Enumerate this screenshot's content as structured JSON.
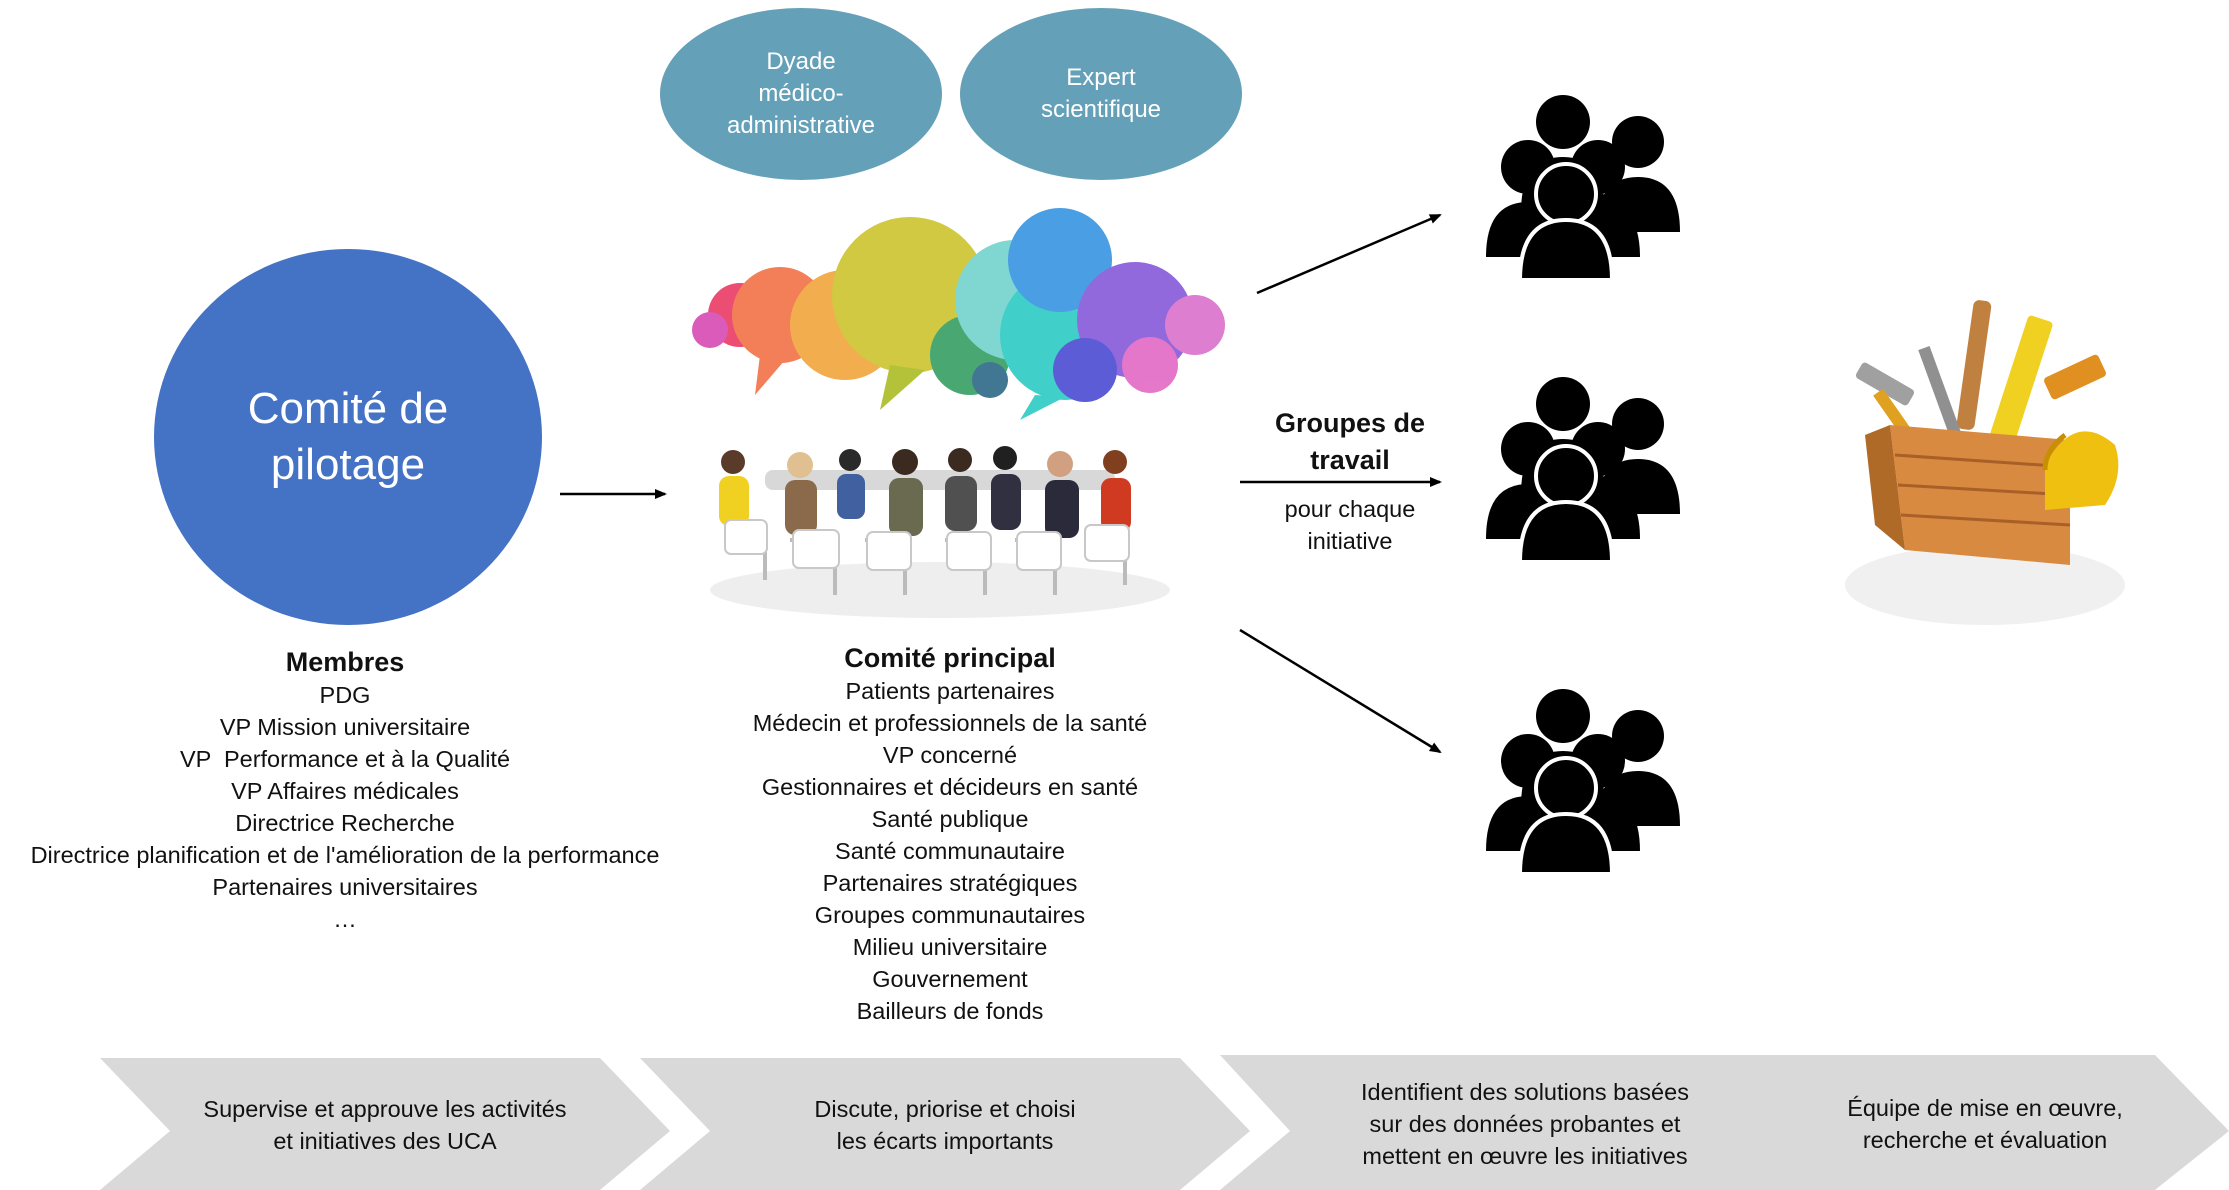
{
  "ovals": [
    {
      "label": "Dyade\nmédico-\nadministrative"
    },
    {
      "label": "Expert\nscientifique"
    }
  ],
  "steering": {
    "label": "Comité de\npilotage"
  },
  "members": {
    "heading": "Membres",
    "items": [
      "PDG",
      "VP Mission universitaire",
      "VP  Performance et à la Qualité",
      "VP Affaires médicales",
      "Directrice Recherche",
      "Directrice planification et de l'amélioration de la performance",
      "Partenaires universitaires",
      "…"
    ]
  },
  "main_committee": {
    "heading": "Comité principal",
    "items": [
      "Patients partenaires",
      "Médecin et professionnels de la santé",
      "VP concerné",
      "Gestionnaires et décideurs en santé",
      "Santé publique",
      "Santé communautaire",
      "Partenaires stratégiques",
      "Groupes communautaires",
      "Milieu universitaire",
      "Gouvernement",
      "Bailleurs de fonds"
    ]
  },
  "work_groups": {
    "title": "Groupes de\ntravail",
    "subtitle": "pour chaque\ninitiative"
  },
  "steps": [
    {
      "label": "Supervise et approuve les activités\net initiatives des UCA"
    },
    {
      "label": "Discute, priorise et choisi\nles écarts importants"
    },
    {
      "label": "Identifient des solutions basées\nsur des données probantes et\nmettent en œuvre les initiatives"
    },
    {
      "label": "Équipe de mise en œuvre,\nrecherche et évaluation"
    }
  ],
  "colors": {
    "oval": "#64a0b8",
    "steering_circle": "#4472c4",
    "chevron": "#d9d9d9",
    "people_icon": "#000000"
  },
  "icons": [
    "speech-bubbles-icon",
    "meeting-people-icon",
    "group-people-icon",
    "toolbox-icon"
  ]
}
